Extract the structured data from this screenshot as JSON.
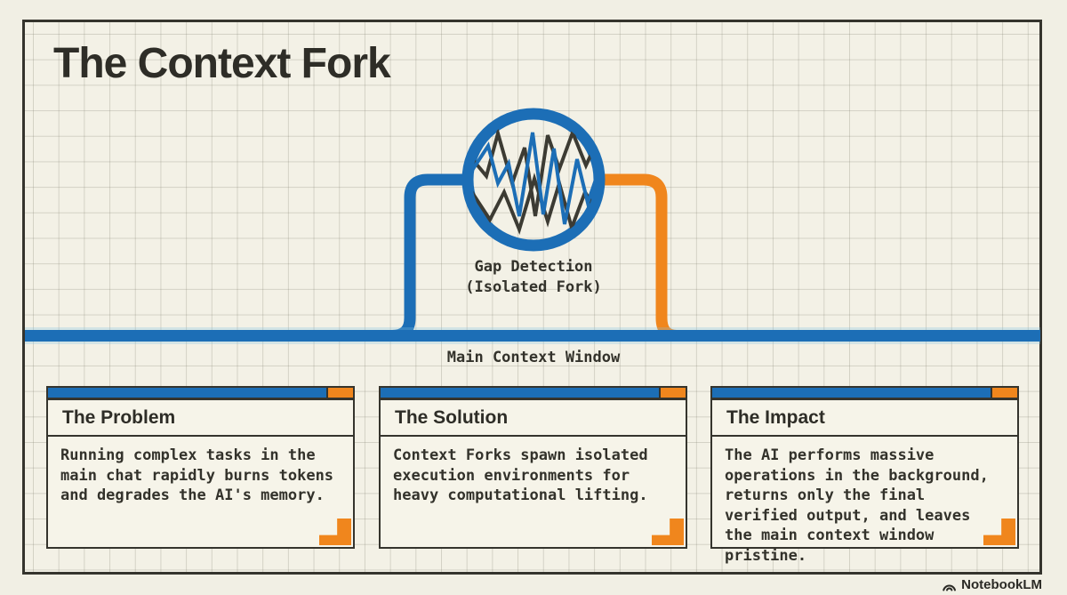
{
  "title": "The Context Fork",
  "fork": {
    "node_label_line1": "Gap Detection",
    "node_label_line2": "(Isolated Fork)",
    "main_line_label": "Main Context Window"
  },
  "cards": [
    {
      "title": "The Problem",
      "body": "Running complex tasks in the main chat rapidly burns tokens and degrades the AI's memory."
    },
    {
      "title": "The Solution",
      "body": "Context Forks spawn isolated execution environments for heavy computational lifting."
    },
    {
      "title": "The Impact",
      "body": "The AI performs massive operations in the background, returns only the final verified output, and leaves the main context window pristine."
    }
  ],
  "footer": {
    "brand": "NotebookLM"
  },
  "colors": {
    "blue": "#1c6eb6",
    "orange": "#f0861d",
    "ink": "#35342d",
    "paper": "#f1efe4",
    "card": "#f6f4e9"
  }
}
